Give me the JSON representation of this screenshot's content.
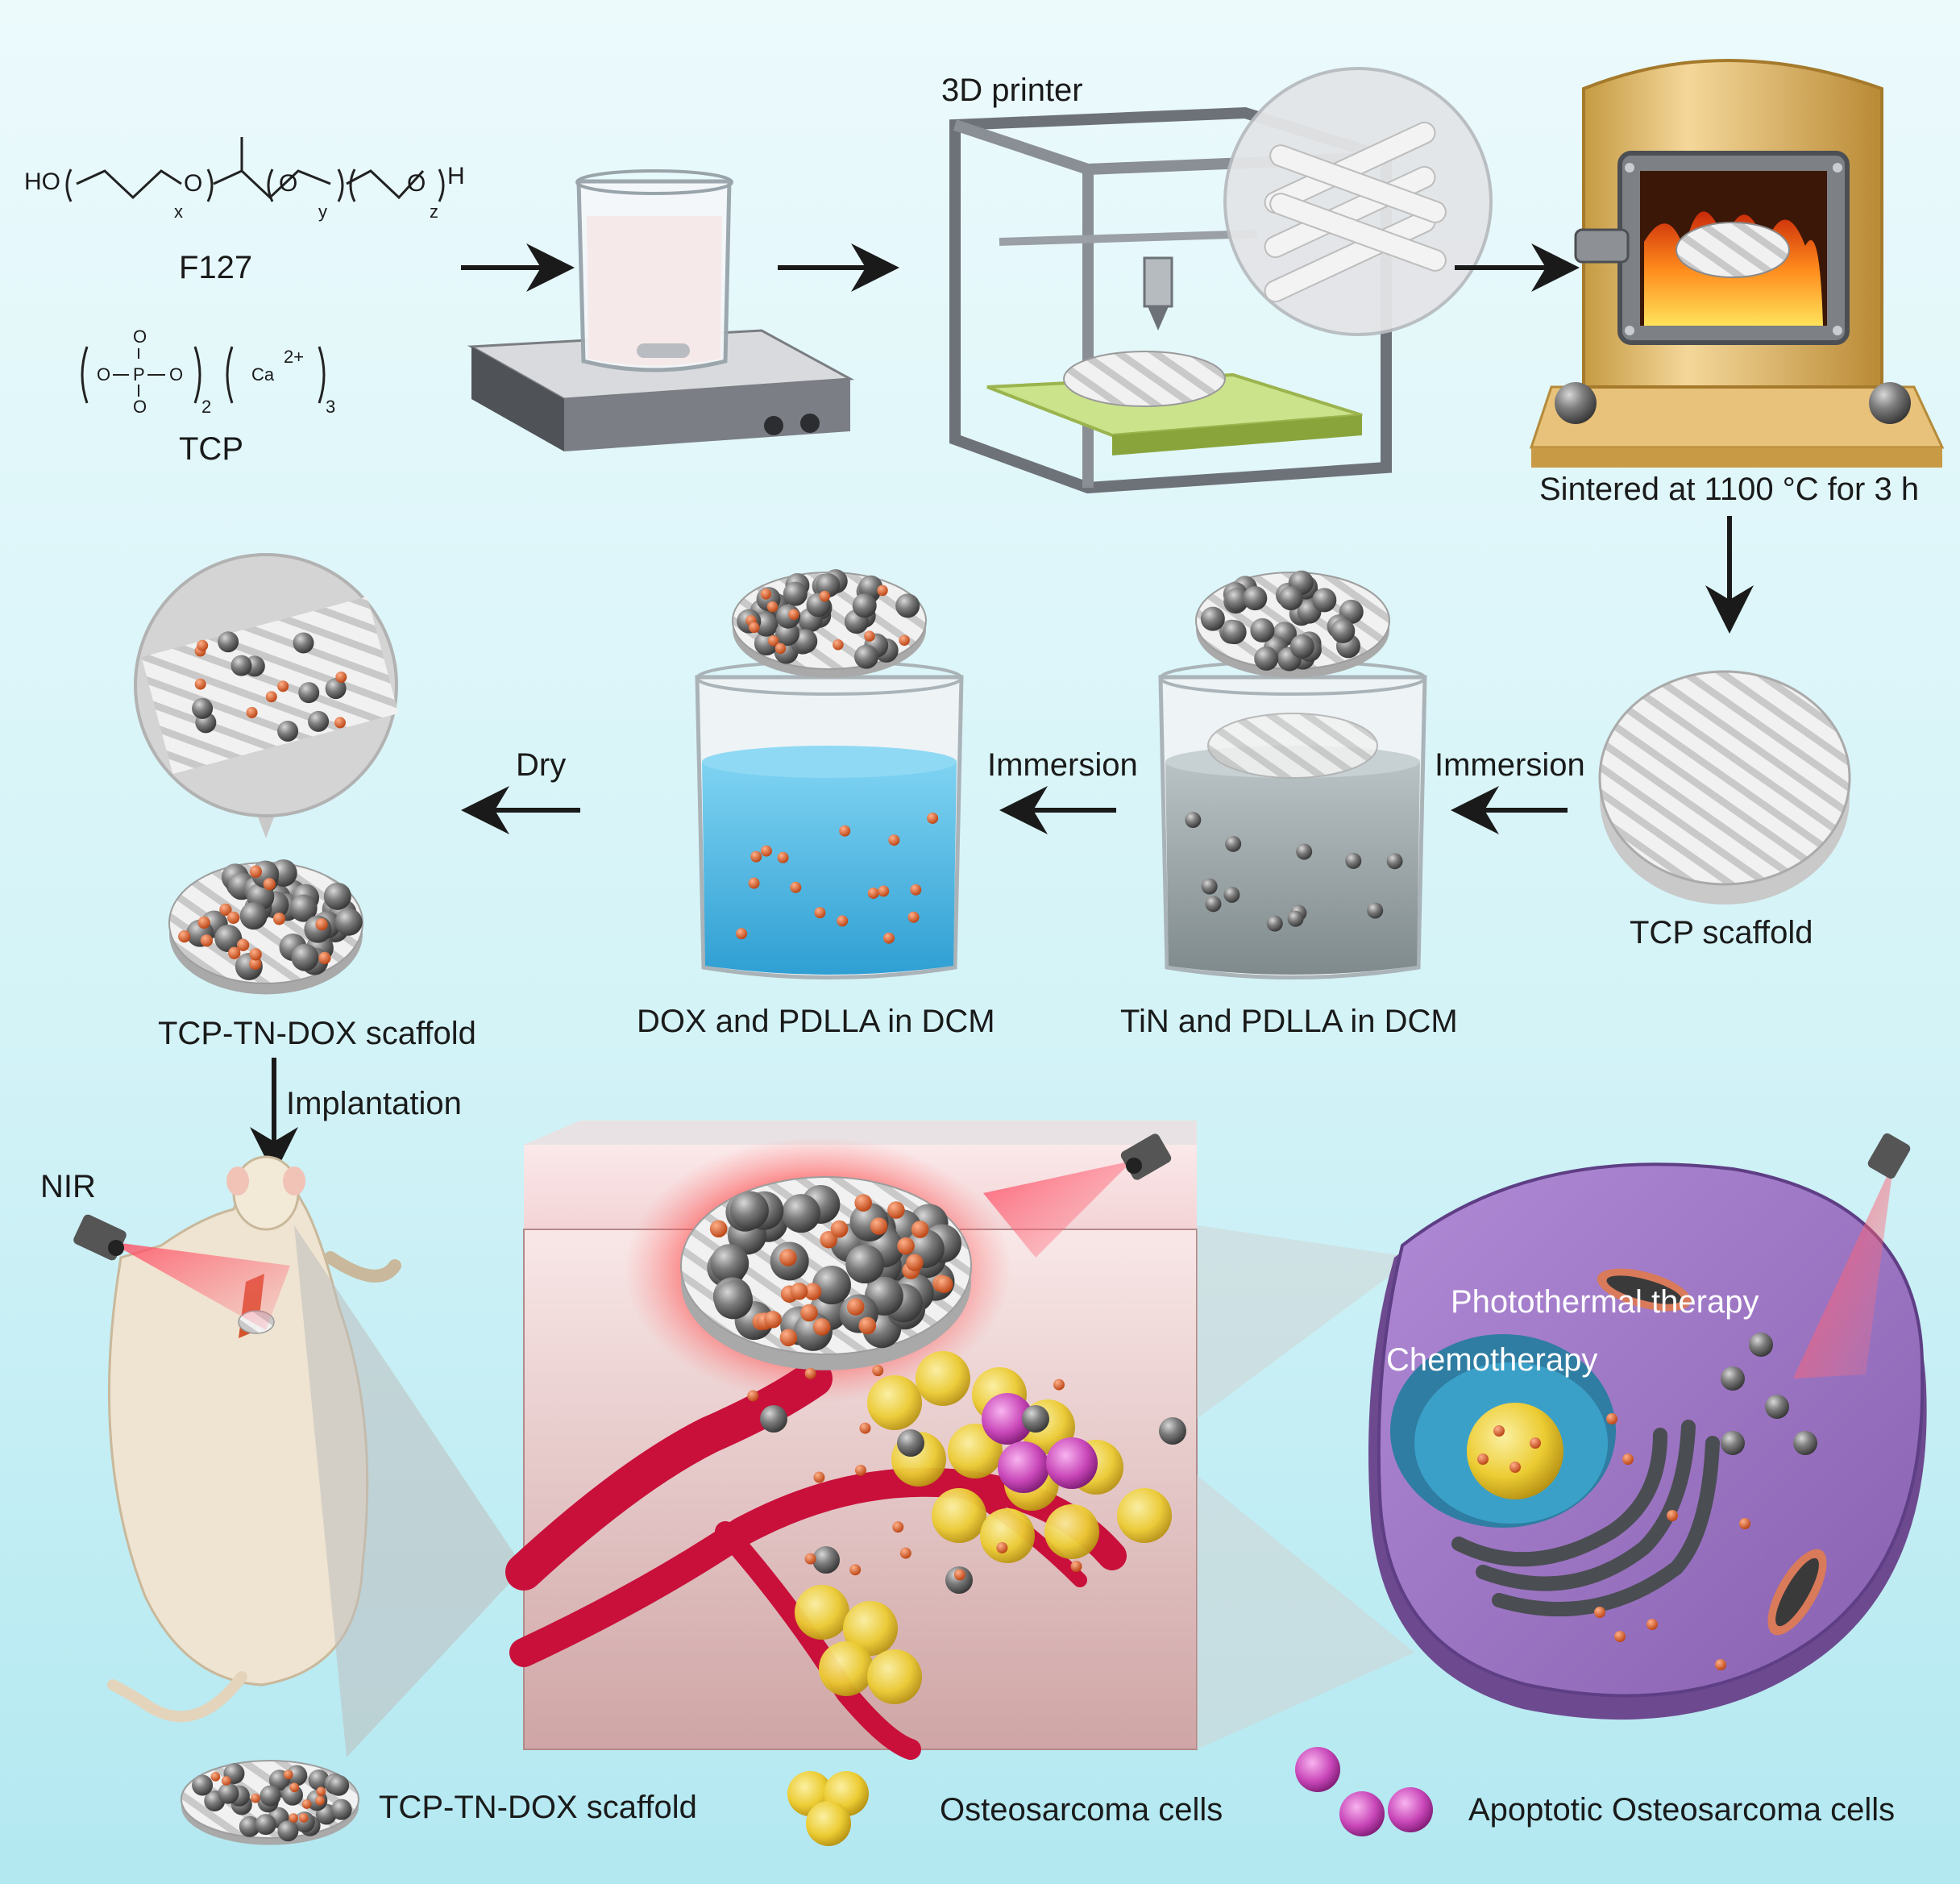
{
  "top_row": {
    "f127_formula": {
      "ho": "HO",
      "h": "H",
      "sub_x": "x",
      "sub_y": "y",
      "sub_z": "z",
      "o": "O"
    },
    "f127_label": "F127",
    "tcp_formula": {
      "o": "O",
      "p": "P",
      "ca": "Ca",
      "charge": "2+",
      "sub2": "2",
      "sub3": "3",
      "minus": "−"
    },
    "tcp_label": "TCP",
    "printer_label": "3D printer",
    "sinter_label": "Sintered at 1100 °C for 3 h"
  },
  "middle_row": {
    "tcp_scaffold_label": "TCP scaffold",
    "immersion_1": "Immersion",
    "tin_label": "TiN and PDLLA in DCM",
    "immersion_2": "Immersion",
    "dox_label": "DOX and PDLLA in DCM",
    "dry_label": "Dry",
    "final_scaffold_label": "TCP-TN-DOX scaffold"
  },
  "bottom_row": {
    "implantation_label": "Implantation",
    "nir_label": "NIR",
    "photothermal_label": "Photothermal therapy",
    "chemotherapy_label": "Chemotherapy"
  },
  "legend": {
    "scaffold": "TCP-TN-DOX scaffold",
    "osteosarcoma": "Osteosarcoma cells",
    "apoptotic": "Apoptotic Osteosarcoma cells"
  },
  "colors": {
    "background_top": "#e8f9fb",
    "background_bottom": "#b9ecf3",
    "tin_particle": "#6e6e6e",
    "dox_particle": "#d9531e",
    "dox_solution": "#45b9e3",
    "tin_solution": "#9aa4a6",
    "tumor_cell": "#f1d23a",
    "apoptotic_cell": "#c23fb4",
    "laser": "#e63a55"
  }
}
